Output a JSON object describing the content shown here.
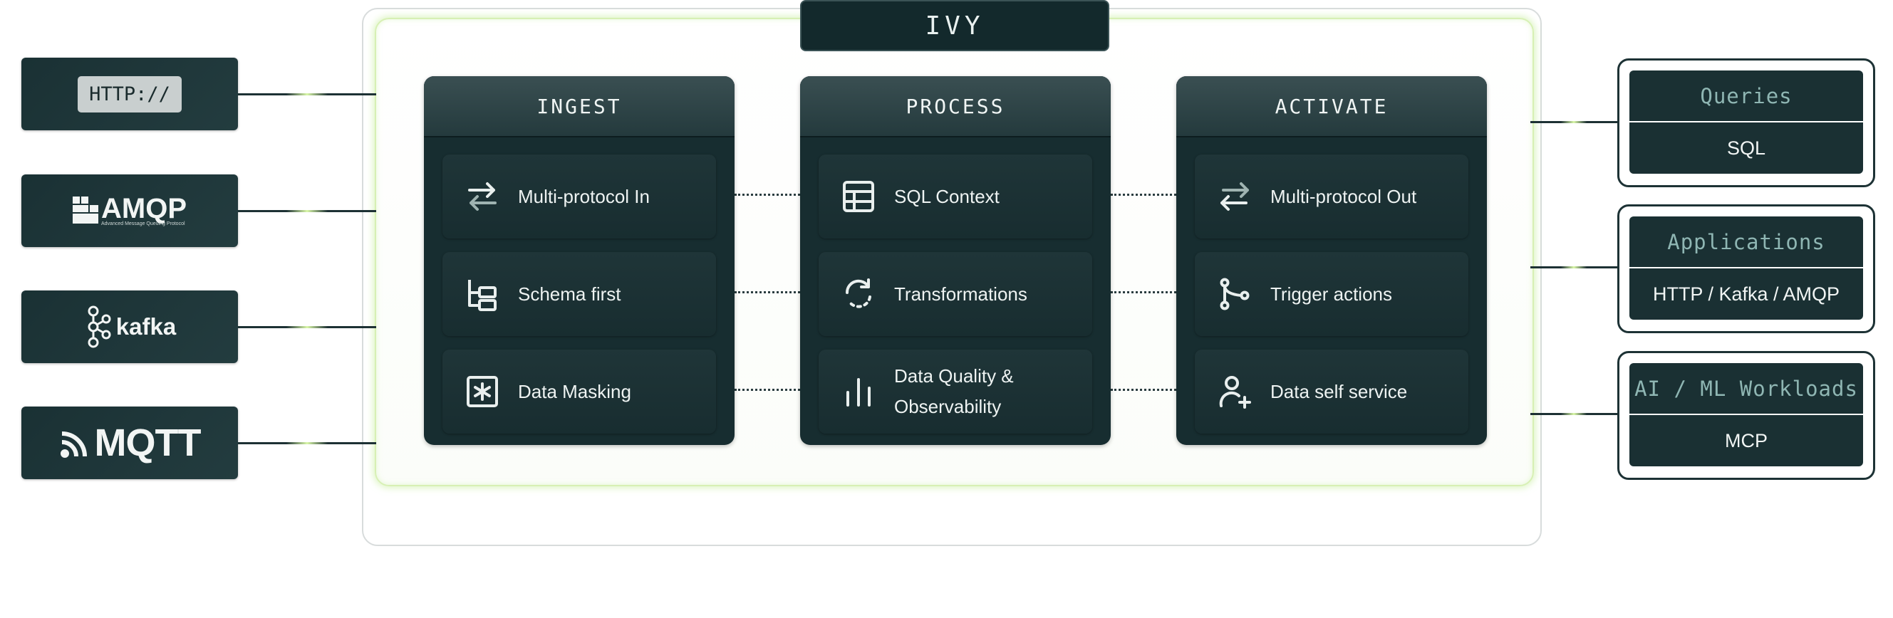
{
  "title": "IVY",
  "sources": [
    {
      "label": "HTTP://",
      "kind": "http"
    },
    {
      "label": "AMQP",
      "sublabel": "Advanced Message Queuing Protocol",
      "kind": "amqp"
    },
    {
      "label": "kafka",
      "kind": "kafka"
    },
    {
      "label": "MQTT",
      "kind": "mqtt"
    }
  ],
  "columns": [
    {
      "title": "INGEST",
      "cards": [
        {
          "label": "Multi-protocol In",
          "icon": "arrows-exchange-icon"
        },
        {
          "label": "Schema first",
          "icon": "schema-tree-icon"
        },
        {
          "label": "Data Masking",
          "icon": "asterisk-box-icon"
        }
      ]
    },
    {
      "title": "PROCESS",
      "cards": [
        {
          "label": "SQL Context",
          "icon": "table-icon"
        },
        {
          "label": "Transformations",
          "icon": "refresh-icon"
        },
        {
          "label": "Data Quality &",
          "label2": "Observability",
          "icon": "bar-chart-icon"
        }
      ]
    },
    {
      "title": "ACTIVATE",
      "cards": [
        {
          "label": "Multi-protocol Out",
          "icon": "arrows-exchange-icon"
        },
        {
          "label": "Trigger actions",
          "icon": "git-branch-icon"
        },
        {
          "label": "Data self service",
          "icon": "user-plus-icon"
        }
      ]
    }
  ],
  "outputs": [
    {
      "title": "Queries",
      "value": "SQL"
    },
    {
      "title": "Applications",
      "value": "HTTP / Kafka / AMQP"
    },
    {
      "title": "AI / ML Workloads",
      "value": "MCP"
    }
  ],
  "colors": {
    "dark": "#172d30",
    "accent": "#d7f0b4",
    "muted_text": "#8fb6b3"
  }
}
